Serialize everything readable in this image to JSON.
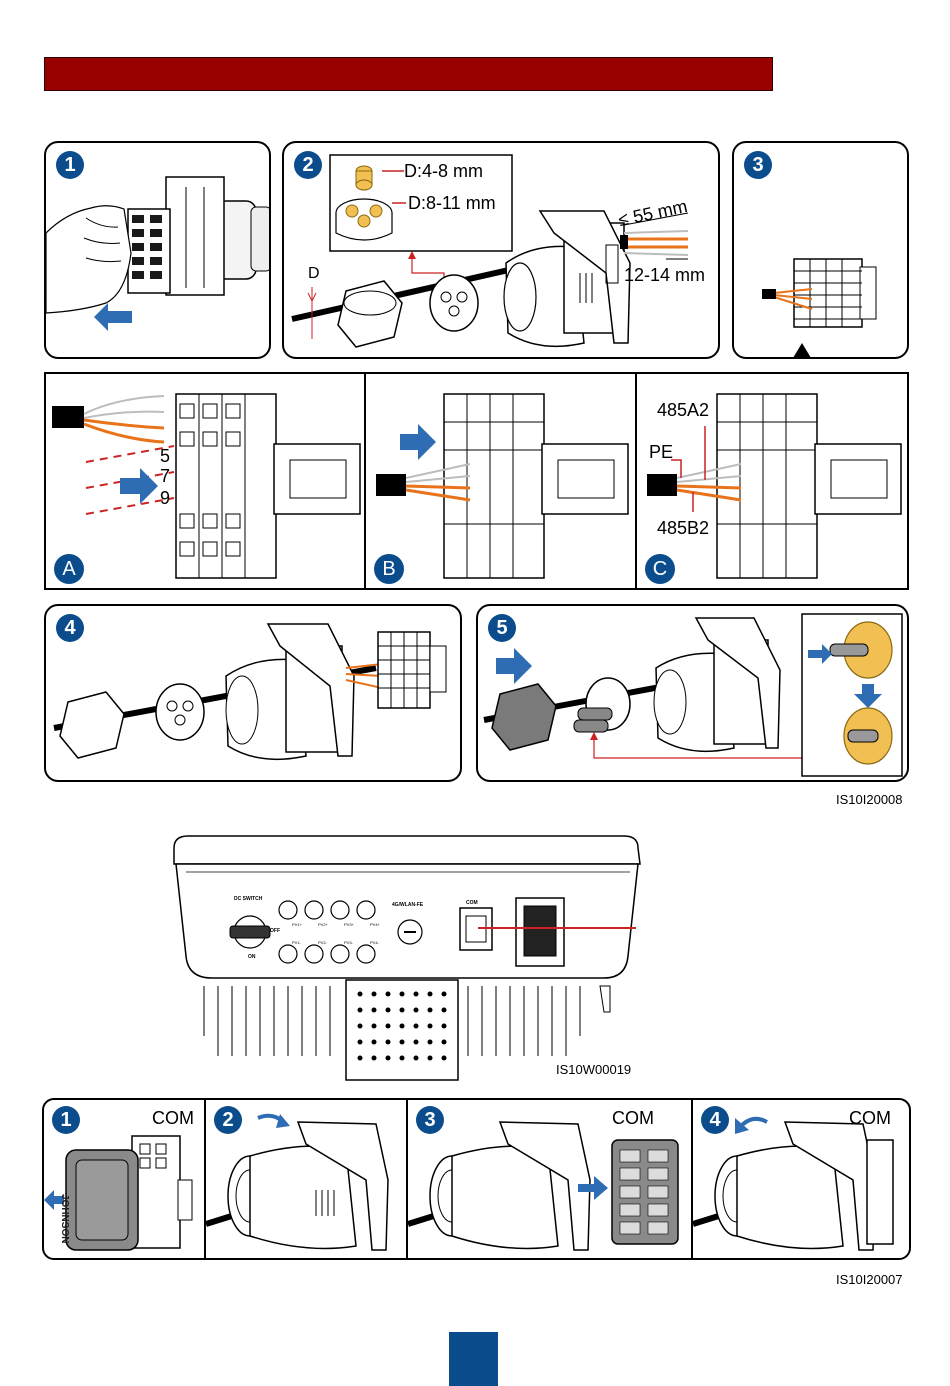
{
  "figure1": {
    "steps": [
      "1",
      "2",
      "3",
      "4",
      "5"
    ],
    "sub_steps": [
      "A",
      "B",
      "C"
    ],
    "diameter_label": "D",
    "seal_small": "D:4-8 mm",
    "seal_large": "D:8-11 mm",
    "strip_length": "≤ 55 mm",
    "bare_length": "12-14 mm",
    "terminals": [
      "5",
      "7",
      "9"
    ],
    "wire_labels": {
      "pe": "PE",
      "a2": "485A2",
      "b2": "485B2"
    },
    "code": "IS10I20008"
  },
  "inverter": {
    "dc_switch": "DC SWITCH",
    "off": "OFF",
    "on": "ON",
    "port_label": "4G/WLAN-FE",
    "com_label": "COM",
    "pv_top": [
      "PV1+",
      "PV2+",
      "PV3+",
      "PV4+"
    ],
    "pv_bottom": [
      "PV1-",
      "PV2-",
      "PV3-",
      "PV4-"
    ],
    "code": "IS10W00019"
  },
  "figure2": {
    "steps": [
      "1",
      "2",
      "3",
      "4"
    ],
    "com_label": "COM",
    "cover_text": "JOHNSON",
    "code": "IS10I20007"
  },
  "colors": {
    "title_bar": "#990000",
    "step_blue": "#0b4c8c",
    "arrow_blue": "#2e6db4",
    "wire_orange": "#e8731a",
    "seal_yellow": "#f2c052",
    "guide_red": "#cc2222"
  }
}
